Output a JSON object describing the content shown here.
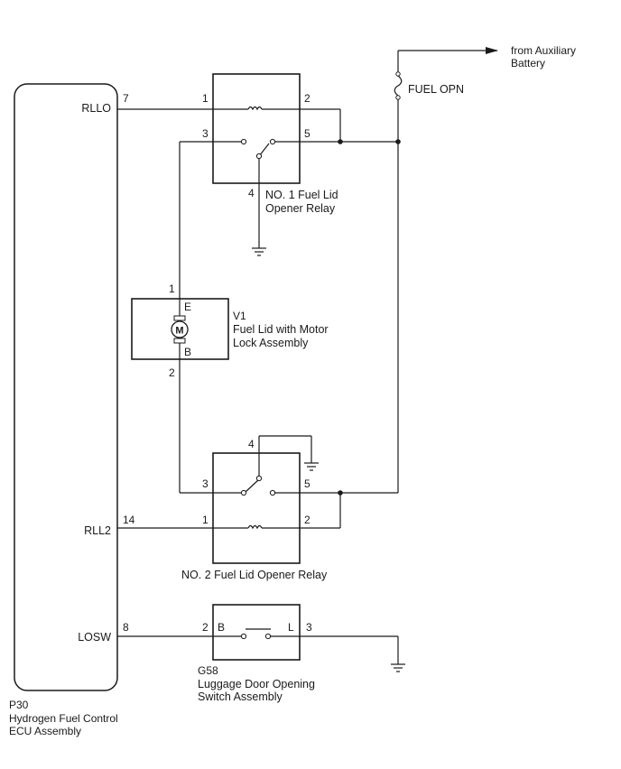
{
  "source": {
    "text_line1": "from Auxiliary",
    "text_line2": "Battery",
    "fuse": "FUEL OPN"
  },
  "ecu": {
    "code": "P30",
    "name_line1": "Hydrogen Fuel Control",
    "name_line2": "ECU Assembly",
    "terminals": [
      {
        "name": "RLLO",
        "pin": "7"
      },
      {
        "name": "RLL2",
        "pin": "14"
      },
      {
        "name": "LOSW",
        "pin": "8"
      }
    ]
  },
  "relay1": {
    "name_line1": "NO. 1 Fuel Lid",
    "name_line2": "Opener Relay",
    "pins": {
      "p1": "1",
      "p2": "2",
      "p3": "3",
      "p4": "4",
      "p5": "5"
    }
  },
  "motor": {
    "code": "V1",
    "name_line1": "Fuel Lid with Motor",
    "name_line2": "Lock Assembly",
    "symbol": "M",
    "term_top": "E",
    "term_bottom": "B",
    "pin_top": "1",
    "pin_bottom": "2"
  },
  "relay2": {
    "name": "NO. 2 Fuel Lid Opener Relay",
    "pins": {
      "p1": "1",
      "p2": "2",
      "p3": "3",
      "p4": "4",
      "p5": "5"
    }
  },
  "switch": {
    "code": "G58",
    "name_line1": "Luggage Door Opening",
    "name_line2": "Switch Assembly",
    "term_left": "B",
    "term_right": "L",
    "pin_left": "2",
    "pin_right": "3"
  }
}
